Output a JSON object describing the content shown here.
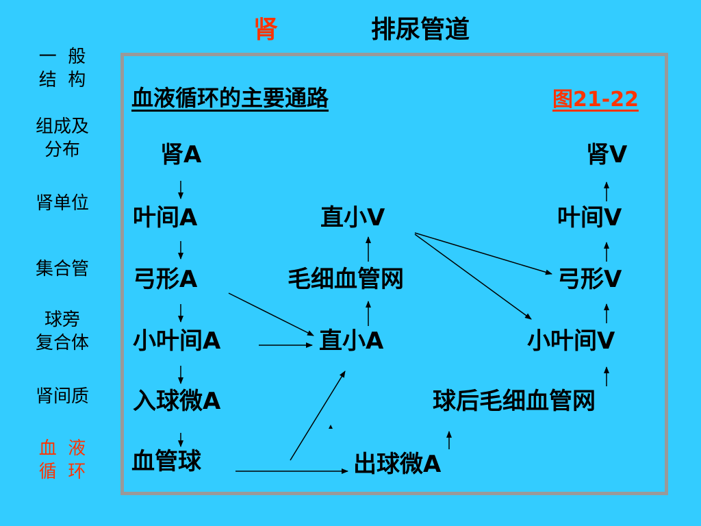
{
  "header": {
    "tab_kidney": "肾",
    "tab_urinary": "排尿管道"
  },
  "sidebar": {
    "items": [
      {
        "label": "一  般\n结  构",
        "active": false
      },
      {
        "label": "组成及\n分布",
        "active": false
      },
      {
        "label": "肾单位",
        "active": false
      },
      {
        "label": "集合管",
        "active": false
      },
      {
        "label": "球旁\n复合体",
        "active": false
      },
      {
        "label": "肾间质",
        "active": false
      },
      {
        "label": "血  液\n循  环",
        "active": true
      }
    ]
  },
  "diagram": {
    "title": "血液循环的主要通路",
    "figure_ref": "图21-22",
    "nodes": {
      "renal_a": "肾A",
      "interlobar_a": "叶间A",
      "arcuate_a": "弓形A",
      "interlobular_a": "小叶间A",
      "afferent_a": "入球微A",
      "glomerulus": "血管球",
      "vasa_recta_v": "直小V",
      "capillary_net": "毛细血管网",
      "vasa_recta_a": "直小A",
      "efferent_a": "出球微A",
      "renal_v": "肾V",
      "interlobar_v": "叶间V",
      "arcuate_v": "弓形V",
      "interlobular_v": "小叶间V",
      "post_glom_net": "球后毛细血管网"
    }
  },
  "colors": {
    "background": "#33ccff",
    "panel_border": "#999999",
    "accent_red": "#ff3300",
    "text": "#000000"
  }
}
